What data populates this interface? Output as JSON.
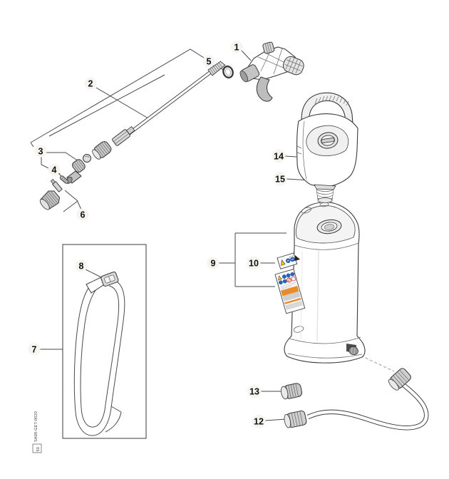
{
  "diagram": {
    "type": "exploded-parts-diagram",
    "device": "pressure-sprayer",
    "footer": {
      "code": "SA09-GET-0020",
      "sheet": "50"
    },
    "callouts": [
      {
        "num": "1"
      },
      {
        "num": "2"
      },
      {
        "num": "3"
      },
      {
        "num": "4"
      },
      {
        "num": "5"
      },
      {
        "num": "6"
      },
      {
        "num": "7"
      },
      {
        "num": "8"
      },
      {
        "num": "9"
      },
      {
        "num": "10"
      },
      {
        "num": "12"
      },
      {
        "num": "13"
      },
      {
        "num": "14"
      },
      {
        "num": "15"
      }
    ],
    "colors": {
      "line": "#3a3a3a",
      "callout_halo": "#f6f4ef",
      "warning_yellow": "#f2c200",
      "mandatory_blue": "#2b63b8",
      "prohibition_red": "#cc3333",
      "stripe_orange": "#e98a2b"
    },
    "tank_labels": {
      "small_label_icons": [
        "warning-triangle-icon",
        "mandatory-circle-icon",
        "mandatory-circle-icon"
      ],
      "large_label_icons": [
        "warning-triangle-icon",
        "mandatory-circle-icon",
        "mandatory-circle-icon",
        "mandatory-circle-icon",
        "prohibition-circle-icon"
      ]
    }
  }
}
